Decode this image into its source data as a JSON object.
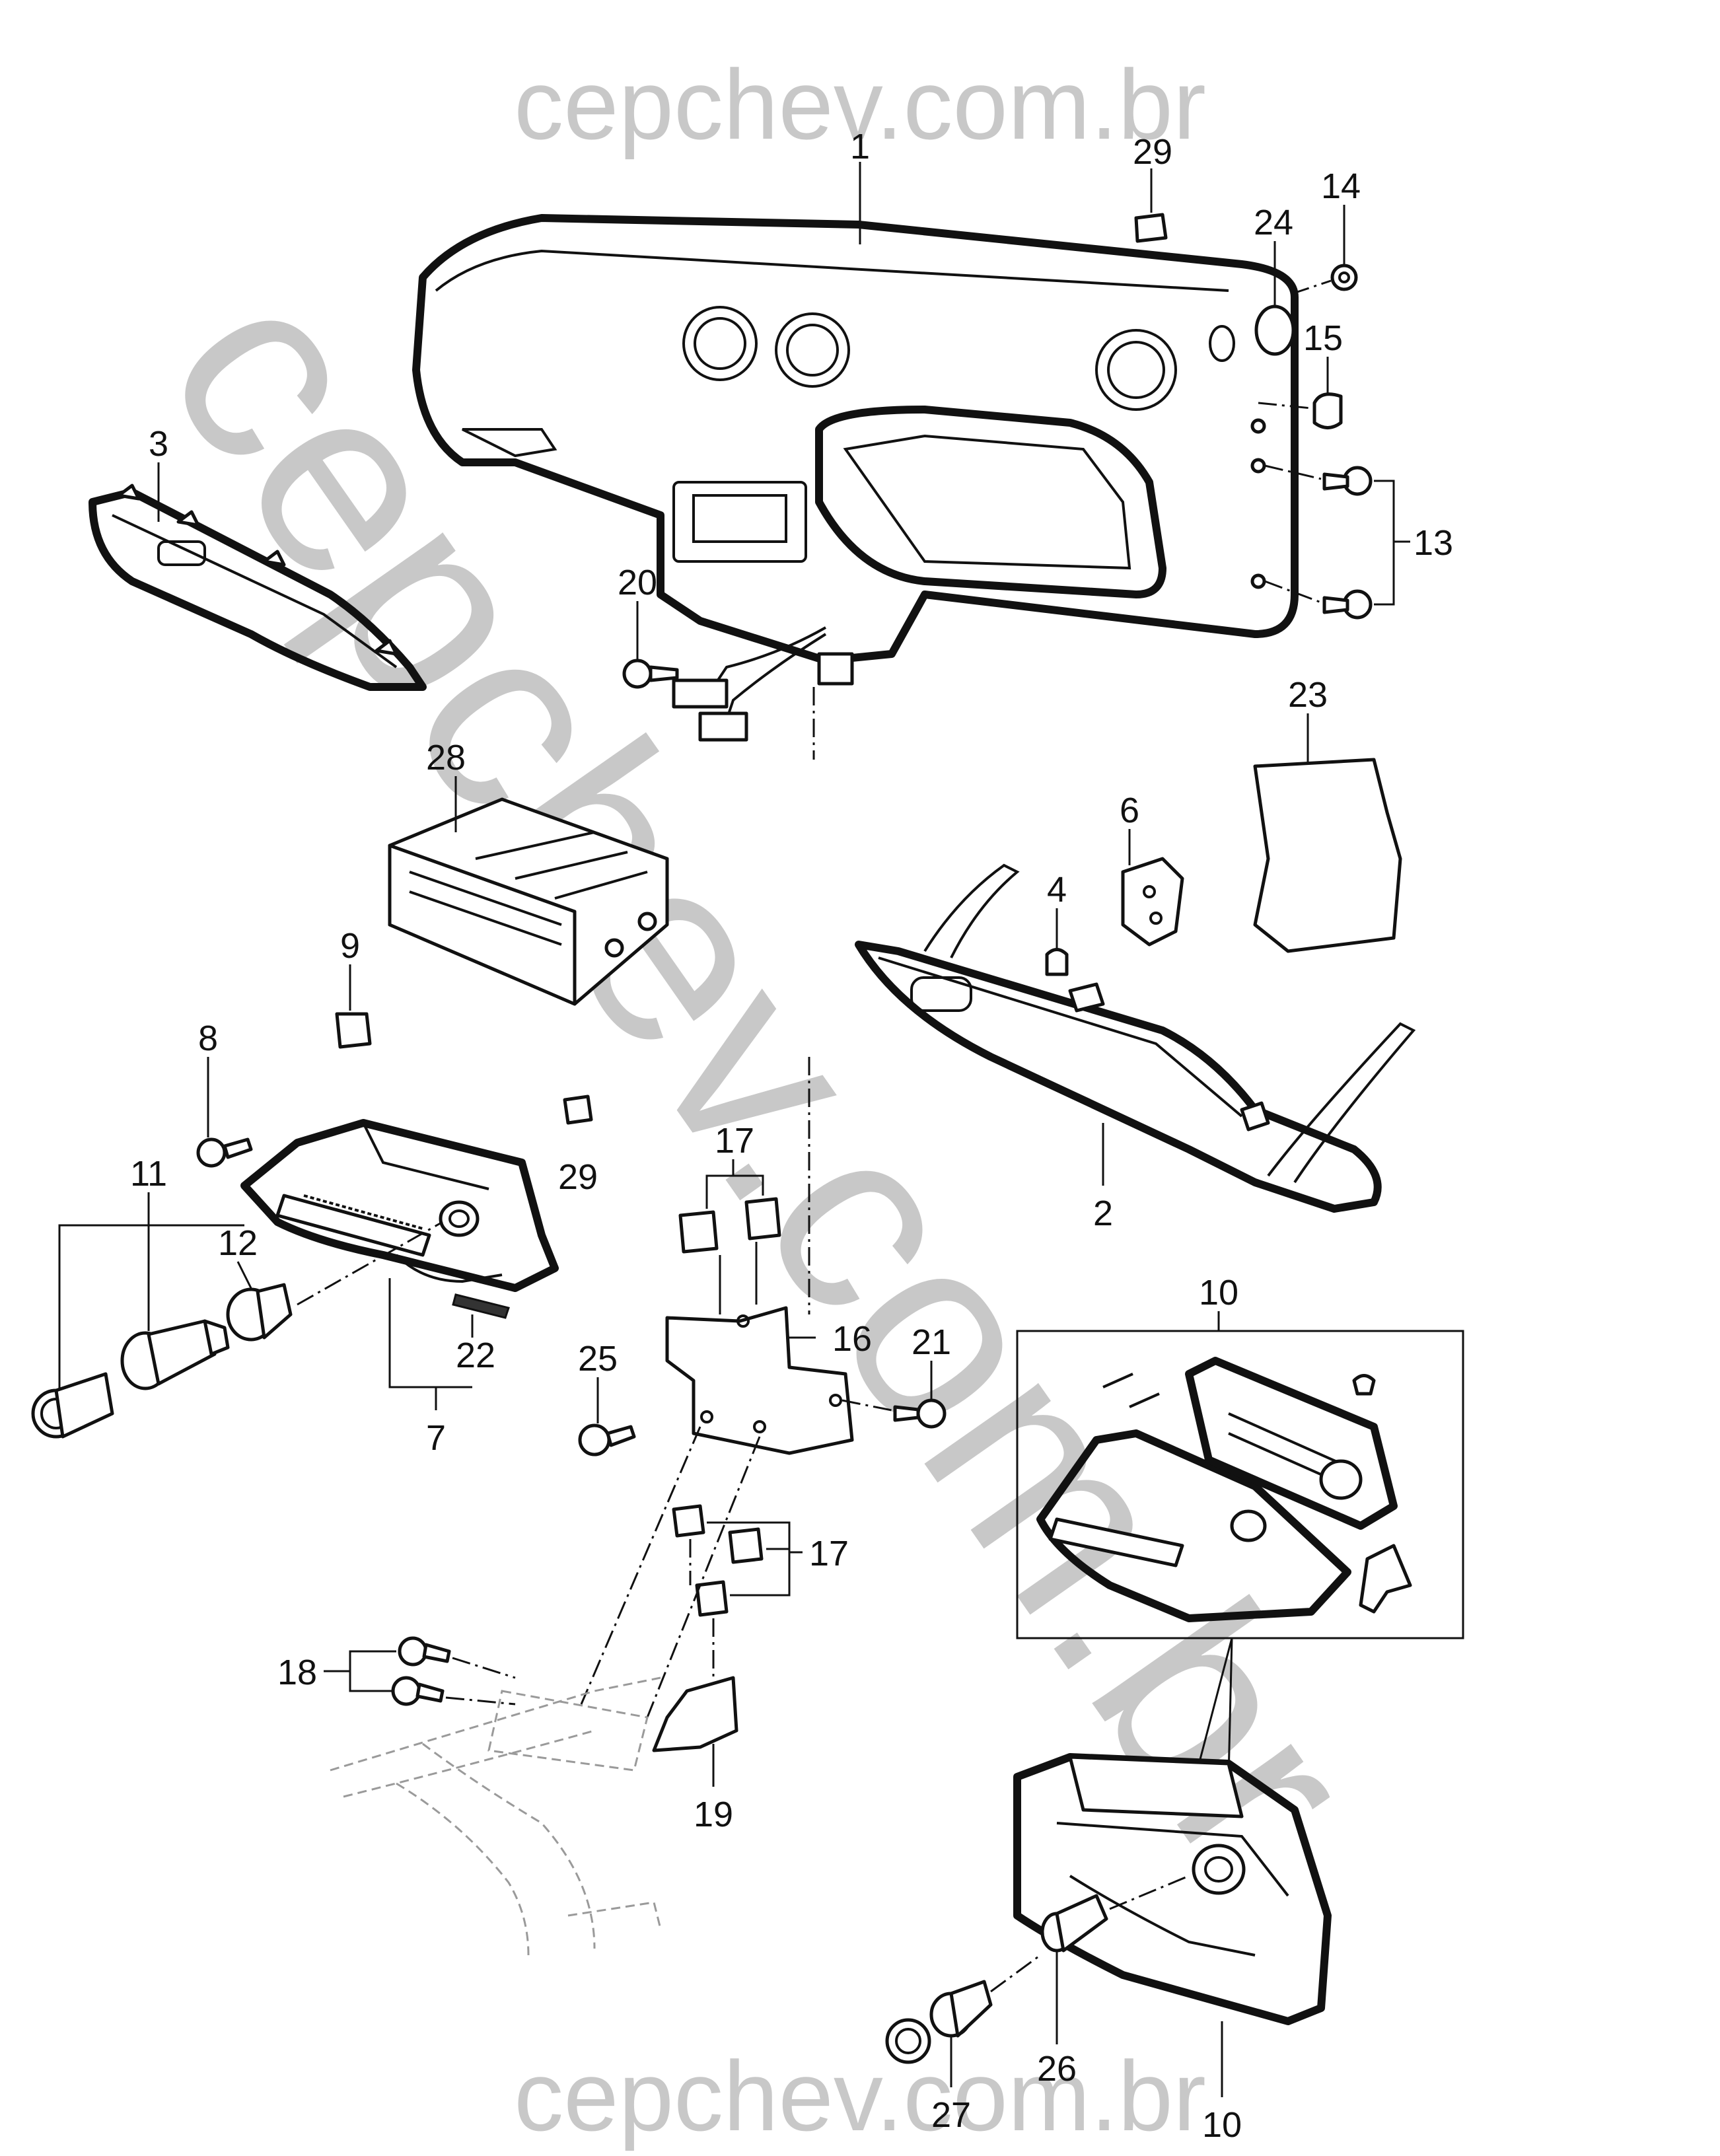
{
  "watermark": {
    "top": "cepchev.com.br",
    "bottom": "cepchev.com.br",
    "diagonal": "cepchev.com.br"
  },
  "callouts": [
    {
      "id": "c1",
      "text": "1"
    },
    {
      "id": "c29a",
      "text": "29"
    },
    {
      "id": "c14",
      "text": "14"
    },
    {
      "id": "c24",
      "text": "24"
    },
    {
      "id": "c15",
      "text": "15"
    },
    {
      "id": "c13",
      "text": "13"
    },
    {
      "id": "c3",
      "text": "3"
    },
    {
      "id": "c20",
      "text": "20"
    },
    {
      "id": "c23",
      "text": "23"
    },
    {
      "id": "c28",
      "text": "28"
    },
    {
      "id": "c6",
      "text": "6"
    },
    {
      "id": "c4",
      "text": "4"
    },
    {
      "id": "c9",
      "text": "9"
    },
    {
      "id": "c8",
      "text": "8"
    },
    {
      "id": "c29b",
      "text": "29"
    },
    {
      "id": "c11",
      "text": "11"
    },
    {
      "id": "c12",
      "text": "12"
    },
    {
      "id": "c17a",
      "text": "17"
    },
    {
      "id": "c2",
      "text": "2"
    },
    {
      "id": "c22",
      "text": "22"
    },
    {
      "id": "c7",
      "text": "7"
    },
    {
      "id": "c25",
      "text": "25"
    },
    {
      "id": "c16",
      "text": "16"
    },
    {
      "id": "c21",
      "text": "21"
    },
    {
      "id": "c10a",
      "text": "10"
    },
    {
      "id": "c17b",
      "text": "17"
    },
    {
      "id": "c18",
      "text": "18"
    },
    {
      "id": "c19",
      "text": "19"
    },
    {
      "id": "c26",
      "text": "26"
    },
    {
      "id": "c27",
      "text": "27"
    },
    {
      "id": "c10b",
      "text": "10"
    }
  ]
}
